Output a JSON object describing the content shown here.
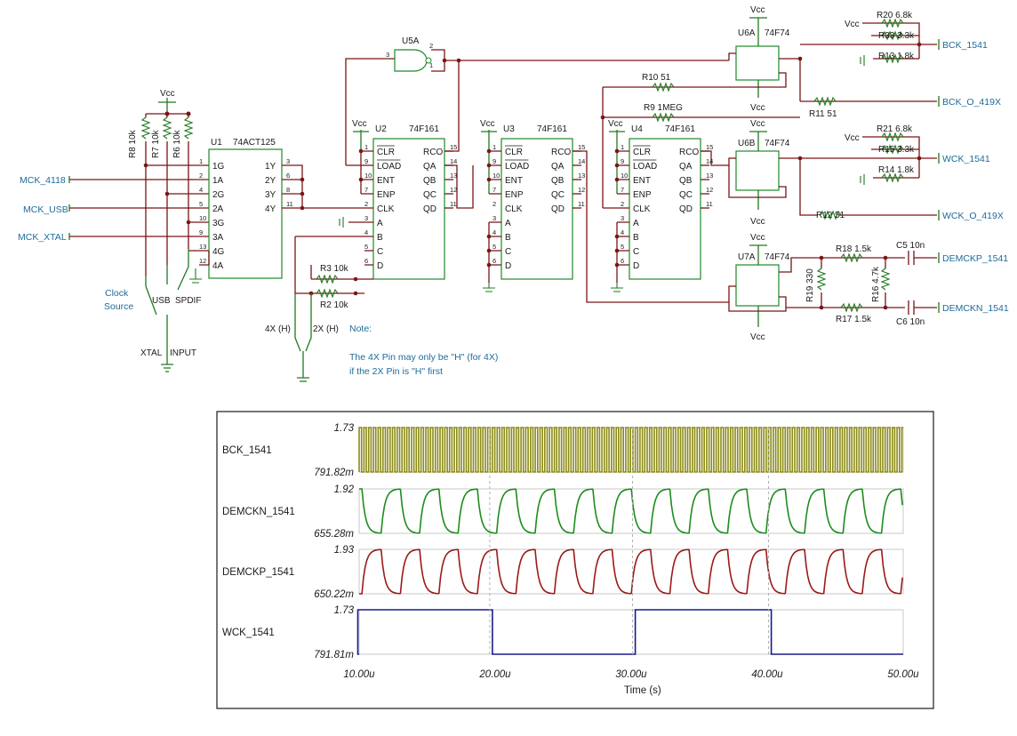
{
  "schematic": {
    "chips": [
      {
        "ref": "U1",
        "part": "74ACT125",
        "pins_left": [
          "1G",
          "1A",
          "2G",
          "2A",
          "3G",
          "3A",
          "4G",
          "4A"
        ],
        "pins_right": [
          "1Y",
          "2Y",
          "3Y",
          "4Y"
        ],
        "pin_nums_left": [
          "1",
          "2",
          "4",
          "5",
          "10",
          "9",
          "13",
          "12"
        ],
        "pin_nums_right": [
          "3",
          "6",
          "8",
          "11"
        ]
      },
      {
        "ref": "U2",
        "part": "74F161",
        "pins_left": [
          "CLR",
          "LOAD",
          "ENT",
          "ENP",
          "CLK",
          "A",
          "B",
          "C",
          "D"
        ],
        "pins_right": [
          "RCO",
          "QA",
          "QB",
          "QC",
          "QD"
        ],
        "pin_nums_left": [
          "1",
          "9",
          "10",
          "7",
          "2",
          "3",
          "4",
          "5",
          "6"
        ],
        "pin_nums_right": [
          "15",
          "14",
          "13",
          "12",
          "11"
        ]
      },
      {
        "ref": "U3",
        "part": "74F161",
        "pins_left": [
          "CLR",
          "LOAD",
          "ENT",
          "ENP",
          "CLK",
          "A",
          "B",
          "C",
          "D"
        ],
        "pins_right": [
          "RCO",
          "QA",
          "QB",
          "QC",
          "QD"
        ],
        "pin_nums_left": [
          "1",
          "9",
          "10",
          "7",
          "2",
          "3",
          "4",
          "5",
          "6"
        ],
        "pin_nums_right": [
          "15",
          "14",
          "13",
          "12",
          "11"
        ]
      },
      {
        "ref": "U4",
        "part": "74F161",
        "pins_left": [
          "CLR",
          "LOAD",
          "ENT",
          "ENP",
          "CLK",
          "A",
          "B",
          "C",
          "D"
        ],
        "pins_right": [
          "RCO",
          "QA",
          "QB",
          "QC",
          "QD"
        ],
        "pin_nums_left": [
          "1",
          "9",
          "10",
          "7",
          "2",
          "3",
          "4",
          "5",
          "6"
        ],
        "pin_nums_right": [
          "15",
          "14",
          "13",
          "12",
          "11"
        ]
      }
    ],
    "flipflops": [
      {
        "ref": "U6A",
        "part": "74F74"
      },
      {
        "ref": "U6B",
        "part": "74F74"
      },
      {
        "ref": "U7A",
        "part": "74F74"
      }
    ],
    "gate": {
      "ref": "U5A"
    },
    "resistors": [
      {
        "ref": "R8",
        "value": "10k"
      },
      {
        "ref": "R7",
        "value": "10k"
      },
      {
        "ref": "R6",
        "value": "10k"
      },
      {
        "ref": "R3",
        "value": "10k"
      },
      {
        "ref": "R2",
        "value": "10k"
      },
      {
        "ref": "R10",
        "value": "51"
      },
      {
        "ref": "R9",
        "value": "1MEG"
      },
      {
        "ref": "R11",
        "value": "51"
      },
      {
        "ref": "R20",
        "value": "6.8k"
      },
      {
        "ref": "R33",
        "value": "3.3k"
      },
      {
        "ref": "R13",
        "value": "1.8k"
      },
      {
        "ref": "R21",
        "value": "6.8k"
      },
      {
        "ref": "R15",
        "value": "3.3k"
      },
      {
        "ref": "R14",
        "value": "1.8k"
      },
      {
        "ref": "R12",
        "value": "51"
      },
      {
        "ref": "R18",
        "value": "1.5k"
      },
      {
        "ref": "R17",
        "value": "1.5k"
      },
      {
        "ref": "R19",
        "value": "330"
      },
      {
        "ref": "R16",
        "value": "4.7k"
      }
    ],
    "capacitors": [
      {
        "ref": "C5",
        "value": "10n"
      },
      {
        "ref": "C6",
        "value": "10n"
      }
    ],
    "vcc_label": "Vcc",
    "inputs": [
      "MCK_4118",
      "MCK_USB",
      "MCK_XTAL"
    ],
    "outputs": [
      "BCK_1541",
      "BCK_O_419X",
      "WCK_1541",
      "WCK_O_419X",
      "DEMCKP_1541",
      "DEMCKN_1541"
    ],
    "switch_labels": {
      "clock_source": "Clock\nSource",
      "usb": "USB",
      "spdif": "SPDIF",
      "xtal": "XTAL",
      "input": "INPUT",
      "x4": "4X (H)",
      "x2": "2X (H)"
    },
    "note": [
      "Note:",
      "The 4X Pin may only be \"H\" (for 4X)",
      "if the 2X Pin is \"H\" first"
    ]
  },
  "chart_data": {
    "type": "line",
    "xlabel": "Time (s)",
    "xlim": [
      10,
      50
    ],
    "x_ticks": [
      "10.00u",
      "20.00u",
      "30.00u",
      "40.00u",
      "50.00u"
    ],
    "series": [
      {
        "name": "BCK_1541",
        "color": "#8a8a14",
        "ymax_label": "1.73",
        "ymin_label": "791.82m",
        "shape": "square",
        "period_us": 0.35
      },
      {
        "name": "DEMCKN_1541",
        "color": "#1e8c1e",
        "ymax_label": "1.92",
        "ymin_label": "655.28m",
        "shape": "rc_inverted",
        "period_us": 2.83
      },
      {
        "name": "DEMCKP_1541",
        "color": "#9b1a1a",
        "ymax_label": "1.93",
        "ymin_label": "650.22m",
        "shape": "rc",
        "period_us": 2.83
      },
      {
        "name": "WCK_1541",
        "color": "#1a1a8c",
        "ymax_label": "1.73",
        "ymin_label": "791.81m",
        "shape": "edges",
        "edges_us": [
          [
            9.9,
            1
          ],
          [
            19.8,
            0
          ],
          [
            30.3,
            1
          ],
          [
            40.3,
            0
          ]
        ]
      }
    ],
    "dashed_markers_us": [
      19.6,
      30.1,
      40.1
    ],
    "grid": false
  }
}
